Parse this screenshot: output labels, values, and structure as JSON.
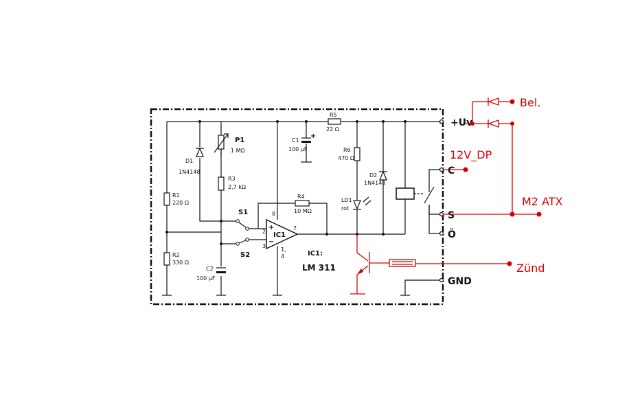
{
  "labels": {
    "uv": "+Uv",
    "c": "C",
    "s": "S",
    "o": "Ö",
    "gnd": "GND",
    "p1": "P1",
    "p1_val": "1 MΩ",
    "d1": "D1",
    "d1_val": "1N4148",
    "r3": "R3",
    "r3_val": "2,7 kΩ",
    "r1": "R1",
    "r1_val": "220 Ω",
    "r2": "R2",
    "r2_val": "330 Ω",
    "c2": "C2",
    "c2_val": "100 µF",
    "s1": "S1",
    "s2": "S2",
    "c1": "C1",
    "c1_val": "100 µF",
    "r5": "R5",
    "r5_val": "22 Ω",
    "r6": "R6",
    "r6_val": "470 Ω",
    "d2": "D2",
    "d2_val": "1N4148",
    "ld1": "LD1",
    "ld1_val": "rot",
    "r4": "R4",
    "r4_val": "10 MΩ",
    "ic1": "IC1",
    "ic1_caption": "IC1:",
    "ic1_type": "LM 311",
    "pin8": "8",
    "pin2": "2",
    "pin3": "3",
    "pin7": "7",
    "pin14": "1,",
    "pin14b": "4",
    "plus": "+",
    "minus": "−"
  },
  "annotations": {
    "bel": "Bel.",
    "dp": "12V_DP",
    "m2atx": "M2 ATX",
    "zund": "Zünd"
  },
  "colors": {
    "circuit": "#111111",
    "annotation": "#d40000"
  }
}
